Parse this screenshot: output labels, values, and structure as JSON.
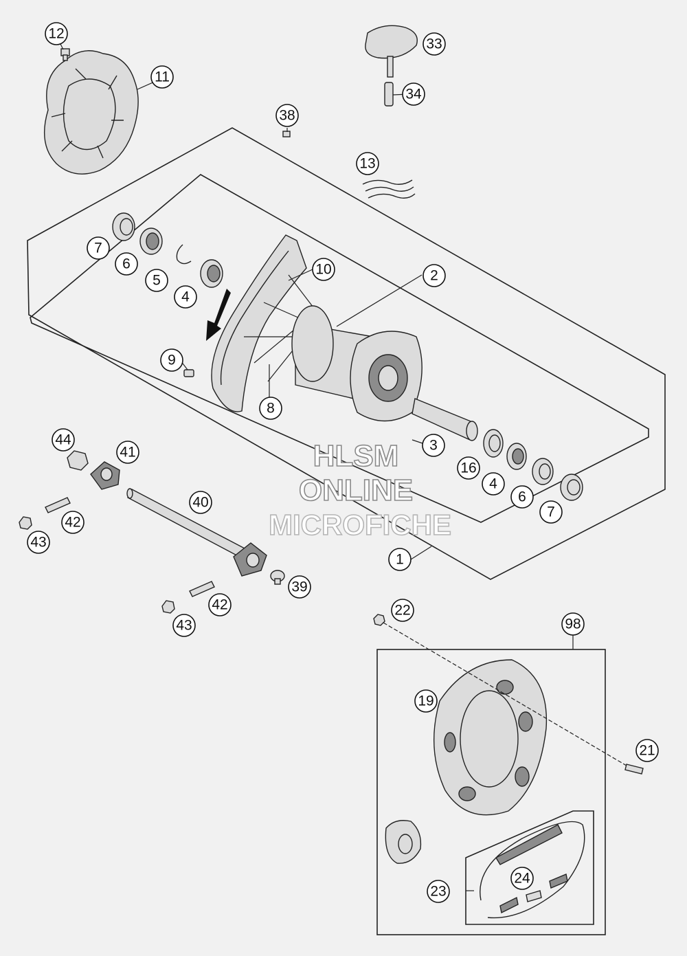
{
  "watermark": {
    "line1": "HLSM",
    "line2": "ONLINE",
    "line3": "MICROFICHE"
  },
  "callouts": {
    "c1": "1",
    "c2": "2",
    "c3": "3",
    "c4a": "4",
    "c4b": "4",
    "c5": "5",
    "c6a": "6",
    "c6b": "6",
    "c7a": "7",
    "c7b": "7",
    "c8": "8",
    "c9": "9",
    "c10": "10",
    "c11": "11",
    "c12": "12",
    "c13": "13",
    "c16": "16",
    "c19": "19",
    "c21": "21",
    "c22": "22",
    "c23": "23",
    "c24": "24",
    "c33": "33",
    "c34": "34",
    "c38": "38",
    "c39": "39",
    "c40": "40",
    "c41": "41",
    "c42a": "42",
    "c42b": "42",
    "c43a": "43",
    "c43b": "43",
    "c44": "44",
    "c98": "98"
  }
}
